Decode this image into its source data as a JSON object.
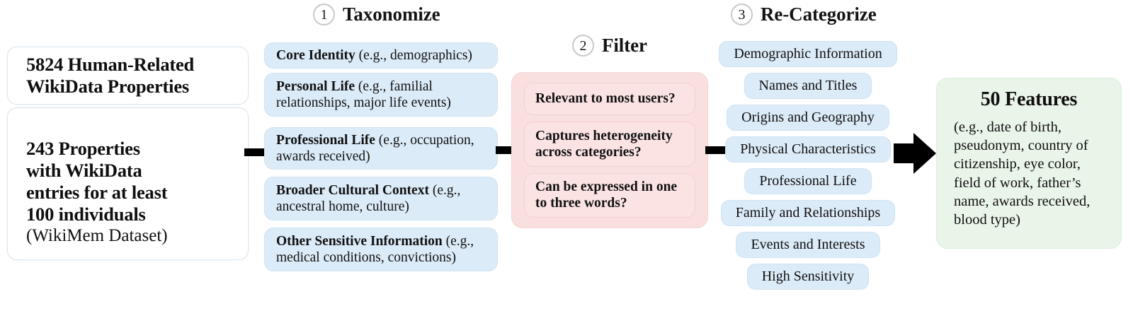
{
  "steps": [
    {
      "num": "1",
      "title": "Taxonomize"
    },
    {
      "num": "2",
      "title": "Filter"
    },
    {
      "num": "3",
      "title": "Re-Categorize"
    }
  ],
  "source": {
    "box1": {
      "line1": "5824 Human-Related",
      "line2": "WikiData Properties"
    },
    "box2": {
      "line1": "243 Properties",
      "line2": "with WikiData",
      "line3": "entries for at least",
      "line4": "100 individuals",
      "line5": "(WikiMem Dataset)"
    }
  },
  "taxonomize": {
    "items": [
      {
        "bold": "Core Identity",
        "rest": " (e.g., demographics)"
      },
      {
        "bold": "Personal Life",
        "rest": " (e.g., familial relationships, major life events)"
      },
      {
        "bold": "Professional Life",
        "rest": " (e.g., occupation, awards received)"
      },
      {
        "bold": "Broader Cultural Context",
        "rest": " (e.g., ancestral home, culture)"
      },
      {
        "bold": "Other Sensitive Information",
        "rest": " (e.g., medical conditions, convictions)"
      }
    ]
  },
  "filter": {
    "criteria": [
      "Relevant to most users?",
      "Captures heterogeneity across categories?",
      "Can be expressed in one to three words?"
    ]
  },
  "recategorize": {
    "categories": [
      "Demographic Information",
      "Names and Titles",
      "Origins and Geography",
      "Physical Characteristics",
      "Professional Life",
      "Family and Relationships",
      "Events and Interests",
      "High Sensitivity"
    ]
  },
  "result": {
    "title": "50 Features",
    "examples": "(e.g., date of birth, pseudonym, country of citizenship, eye color, field of work, father’s name, awards received, blood type)"
  },
  "colors": {
    "blue_pill": "#dcebf8",
    "pink_panel": "#fadfdf",
    "pink_pill": "#fbe3e3",
    "green_box": "#e9f5e9",
    "connector": "#000000",
    "box_border": "#dfe9ef"
  }
}
